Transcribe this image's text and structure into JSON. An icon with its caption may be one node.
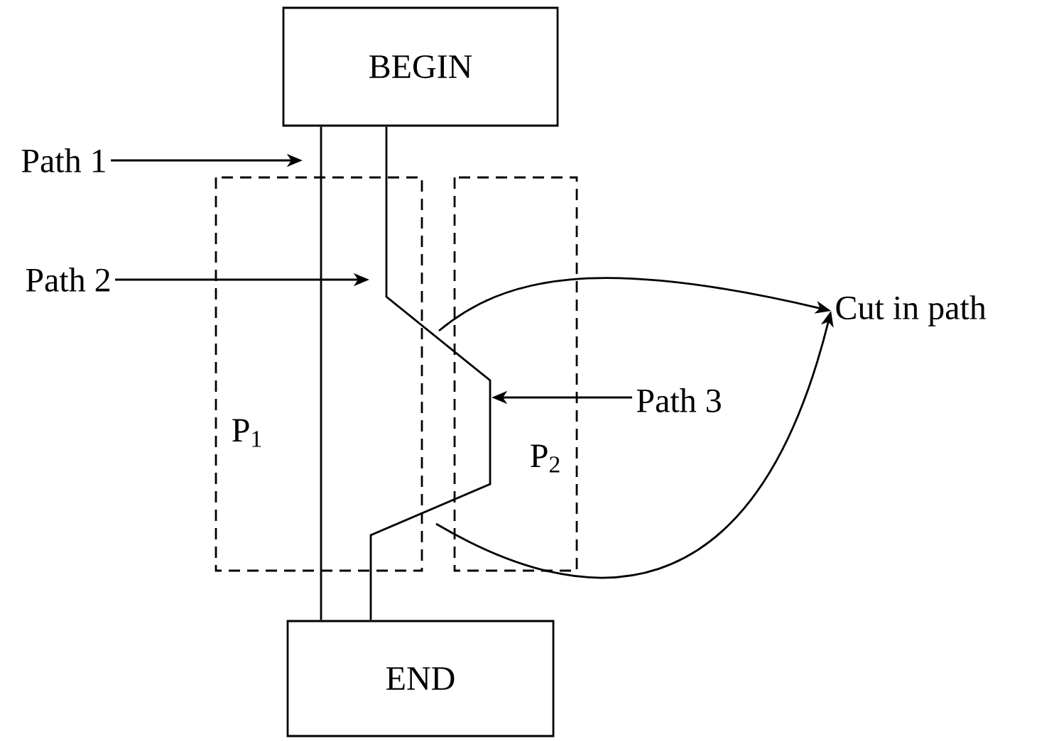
{
  "diagram": {
    "nodes": [
      {
        "text": [
          "BEGIN"
        ]
      },
      {
        "text": [
          "END"
        ]
      },
      {
        "text": [
          "Path 1"
        ]
      },
      {
        "text": [
          "Path 2"
        ]
      },
      {
        "text": [
          "Path 3"
        ]
      },
      {
        "text": [
          "Cut in path"
        ]
      }
    ],
    "edges": [
      {
        "from": 0,
        "to": 1,
        "arrow": "none"
      },
      {
        "from": 0,
        "to": 1,
        "arrow": "none"
      },
      {
        "from": 2,
        "to": null,
        "arrow": "to"
      },
      {
        "from": 3,
        "to": null,
        "arrow": "to"
      },
      {
        "from": 4,
        "to": null,
        "arrow": "to"
      },
      {
        "from": null,
        "to": 5,
        "arrow": "to"
      },
      {
        "from": null,
        "to": 5,
        "arrow": "to"
      }
    ],
    "labels": [
      "P$_{1}$",
      "P$_{2}$"
    ]
  }
}
